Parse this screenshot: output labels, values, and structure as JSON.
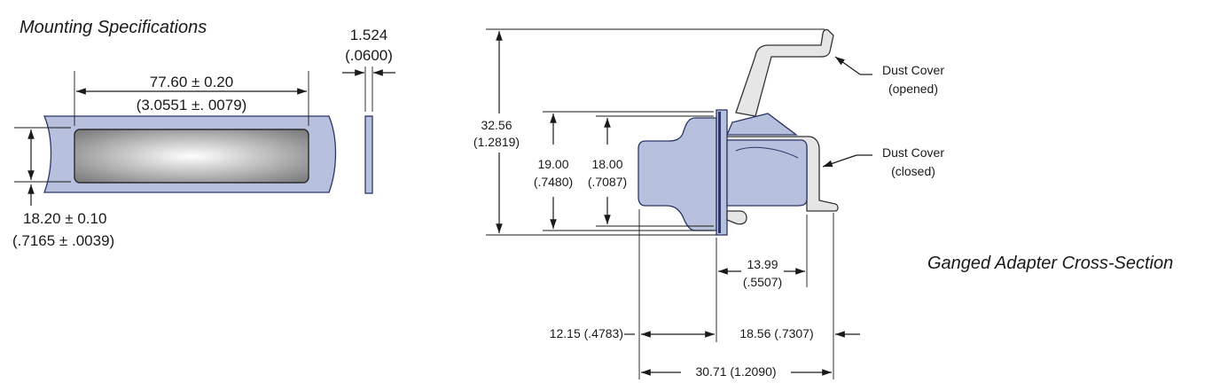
{
  "mounting": {
    "title": "Mounting Specifications",
    "width_mm": "77.60 ± 0.20",
    "width_in": "(3.0551 ±. 0079)",
    "height_mm": "18.20 ± 0.10",
    "height_in": "(.7165 ± .0039)",
    "thickness_mm": "1.524",
    "thickness_in": "(.0600)"
  },
  "adapter": {
    "title": "Ganged Adapter Cross-Section",
    "overall_height_mm": "32.56",
    "overall_height_in": "(1.2819)",
    "flange_height_mm": "19.00",
    "flange_height_in": "(.7480)",
    "body_height_mm": "18.00",
    "body_height_in": "(.7087)",
    "cover_depth_mm": "13.99",
    "cover_depth_in": "(.5507)",
    "front_len": "12.15 (.4783)",
    "rear_len": "18.56 (.7307)",
    "overall_len": "30.71 (1.2090)",
    "dust_cover_opened_1": "Dust Cover",
    "dust_cover_opened_2": "(opened)",
    "dust_cover_closed_1": "Dust Cover",
    "dust_cover_closed_2": "(closed)"
  },
  "colors": {
    "panel_fill": "#b7c0dc",
    "panel_stroke": "#2b3566",
    "cutout_center": "#ffffff",
    "cutout_edge": "#7f7f7f"
  }
}
